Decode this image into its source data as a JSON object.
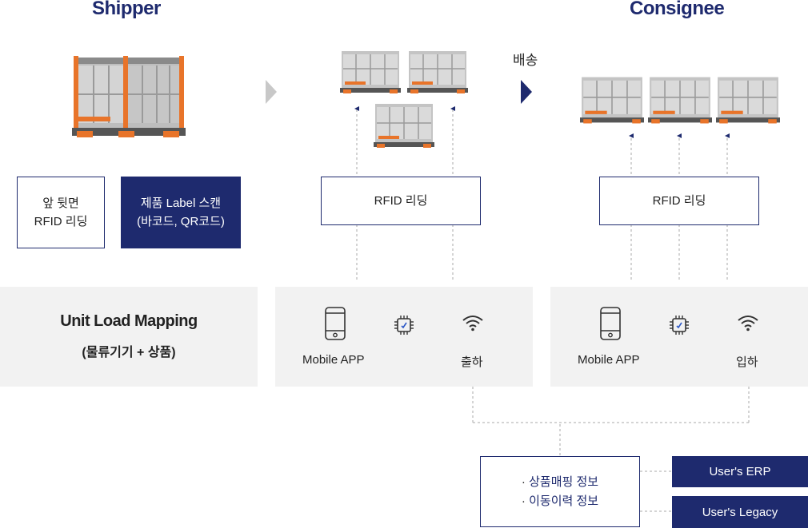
{
  "headings": {
    "shipper": "Shipper",
    "consignee": "Consignee"
  },
  "delivery_label": "배송",
  "shipper_boxes": {
    "rfid_front_back": [
      "앞 뒷면",
      "RFID 리딩"
    ],
    "label_scan": [
      "제품 Label 스캔",
      "(바코드, QR코드)"
    ]
  },
  "rfid_reading_label": "RFID 리딩",
  "unit_load": {
    "title": "Unit Load Mapping",
    "subtitle": "(물류기기 + 상품)"
  },
  "outbound_panel": {
    "app_label": "Mobile APP",
    "status_label": "출하"
  },
  "inbound_panel": {
    "app_label": "Mobile APP",
    "status_label": "입하"
  },
  "info_box": {
    "items": [
      "상품매핑 정보",
      "이동이력 정보"
    ]
  },
  "systems": {
    "erp": "User's ERP",
    "legacy": "User's Legacy"
  },
  "icons": {
    "phone": "mobile-phone-icon",
    "chip": "chip-icon",
    "wifi": "wifi-icon",
    "container": "pallet-container-icon"
  },
  "colors": {
    "navy": "#1e2a6e",
    "orange": "#e8742a",
    "panel": "#f2f2f2",
    "frame": "#9a9a9a"
  }
}
